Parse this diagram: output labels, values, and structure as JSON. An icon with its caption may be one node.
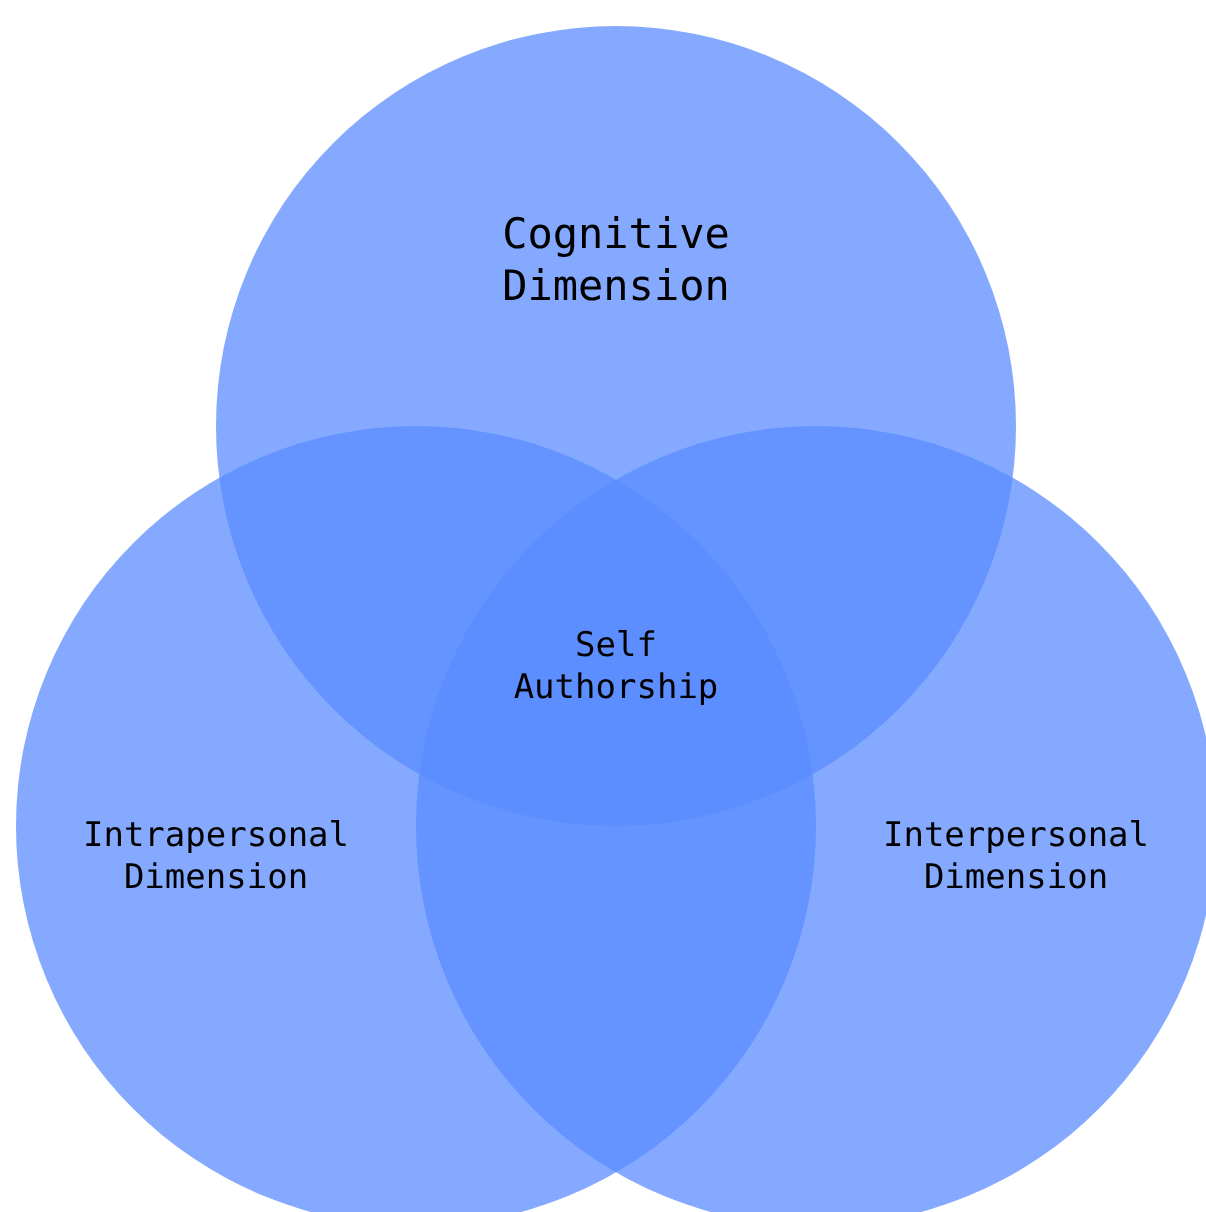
{
  "diagram": {
    "nodes": [
      {
        "text": [
          "Cognitive Dimension"
        ]
      },
      {
        "text": [
          "Intrapersonal Dimension"
        ]
      },
      {
        "text": [
          "Interpersonal Dimension"
        ]
      }
    ],
    "labels": [
      "Self Authorship"
    ]
  }
}
